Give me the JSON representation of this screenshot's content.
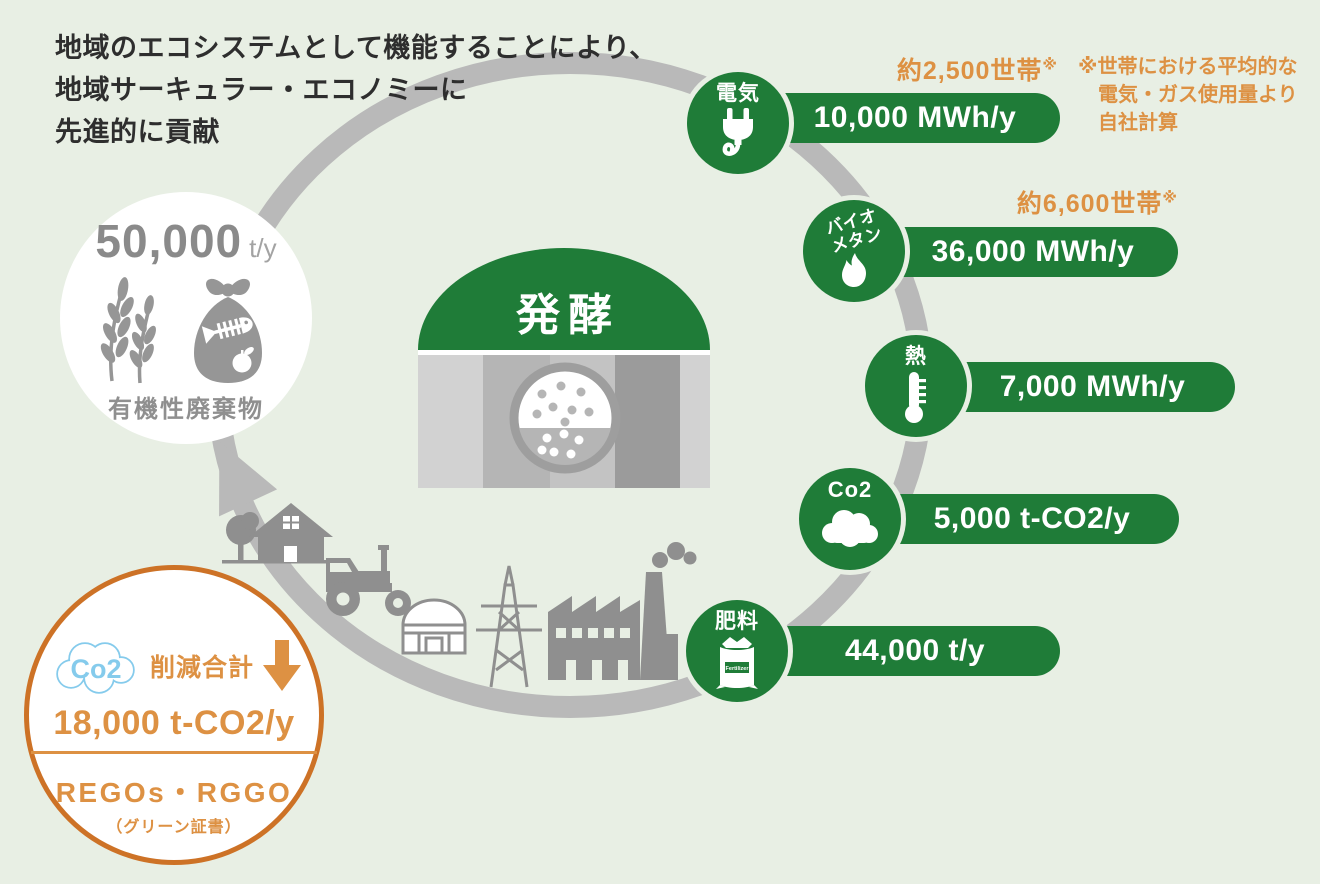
{
  "title": {
    "lines": [
      "地域のエコシステムとして機能することにより、",
      "地域サーキュラー・エコノミーに",
      "先進的に貢献"
    ]
  },
  "input": {
    "amount": "50,000",
    "unit": "t/y",
    "label": "有機性廃棄物"
  },
  "process": {
    "label": "発酵"
  },
  "outputs": [
    {
      "id": "electricity",
      "label": "電気",
      "value": "10,000 MWh/y",
      "households": "約2,500世帯",
      "mark": "※"
    },
    {
      "id": "biomethane",
      "label1": "バイオ",
      "label2": "メタン",
      "value": "36,000 MWh/y",
      "households": "約6,600世帯",
      "mark": "※"
    },
    {
      "id": "heat",
      "label": "熱",
      "value": "7,000 MWh/y"
    },
    {
      "id": "co2",
      "label": "Co2",
      "value": "5,000 t-CO2/y"
    },
    {
      "id": "fertilizer",
      "label": "肥料",
      "value": "44,000 t/y",
      "bag_text": "Fertilizer"
    }
  ],
  "note": {
    "lines": [
      "※世帯における平均的な",
      "電気・ガス使用量より",
      "自社計算"
    ]
  },
  "reduction": {
    "cloud_label": "Co2",
    "heading": "削減合計",
    "value": "18,000 t-CO2/y",
    "cert": "REGOs・RGGO",
    "cert_sub": "（グリーン証書）"
  },
  "colors": {
    "bg": "#e8efe4",
    "green": "#1f7c38",
    "orange": "#dd9143",
    "orange_deep": "#cd7226",
    "light_blue": "#85cbec",
    "ring_gray": "#b9b9b9",
    "silhouette_gray": "#8f8f8f",
    "icon_gray": "#969696",
    "text_gray": "#8a8a8a",
    "title_text": "#2e2e2e"
  }
}
